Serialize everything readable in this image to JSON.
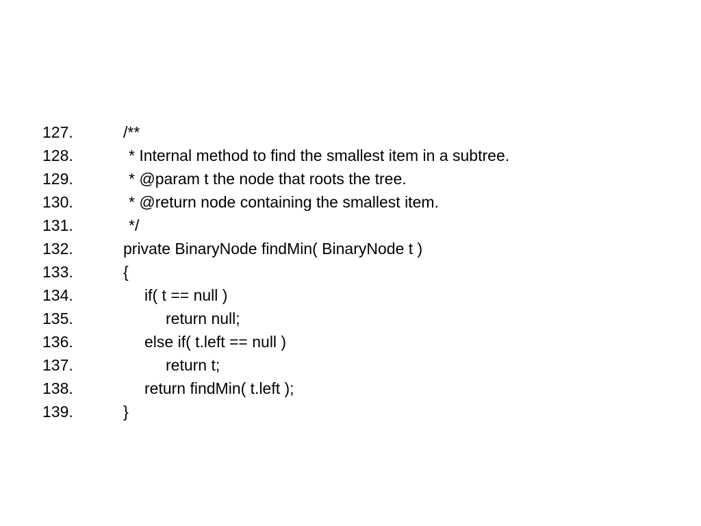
{
  "code": {
    "lines": [
      {
        "number": "127.",
        "text": "/**"
      },
      {
        "number": "128.",
        "text": "* Internal method to find the smallest item in a subtree."
      },
      {
        "number": "129.",
        "text": "* @param t the node that roots the tree."
      },
      {
        "number": "130.",
        "text": "* @return node containing the smallest item."
      },
      {
        "number": "131.",
        "text": "*/"
      },
      {
        "number": "132.",
        "text": "private BinaryNode findMin( BinaryNode t )"
      },
      {
        "number": "133.",
        "text": "{"
      },
      {
        "number": "134.",
        "text": "if( t == null )"
      },
      {
        "number": "135.",
        "text": "return null;"
      },
      {
        "number": "136.",
        "text": "else if( t.left == null )"
      },
      {
        "number": "137.",
        "text": "return t;"
      },
      {
        "number": "138.",
        "text": "return findMin( t.left );"
      },
      {
        "number": "139.",
        "text": "}"
      }
    ]
  }
}
